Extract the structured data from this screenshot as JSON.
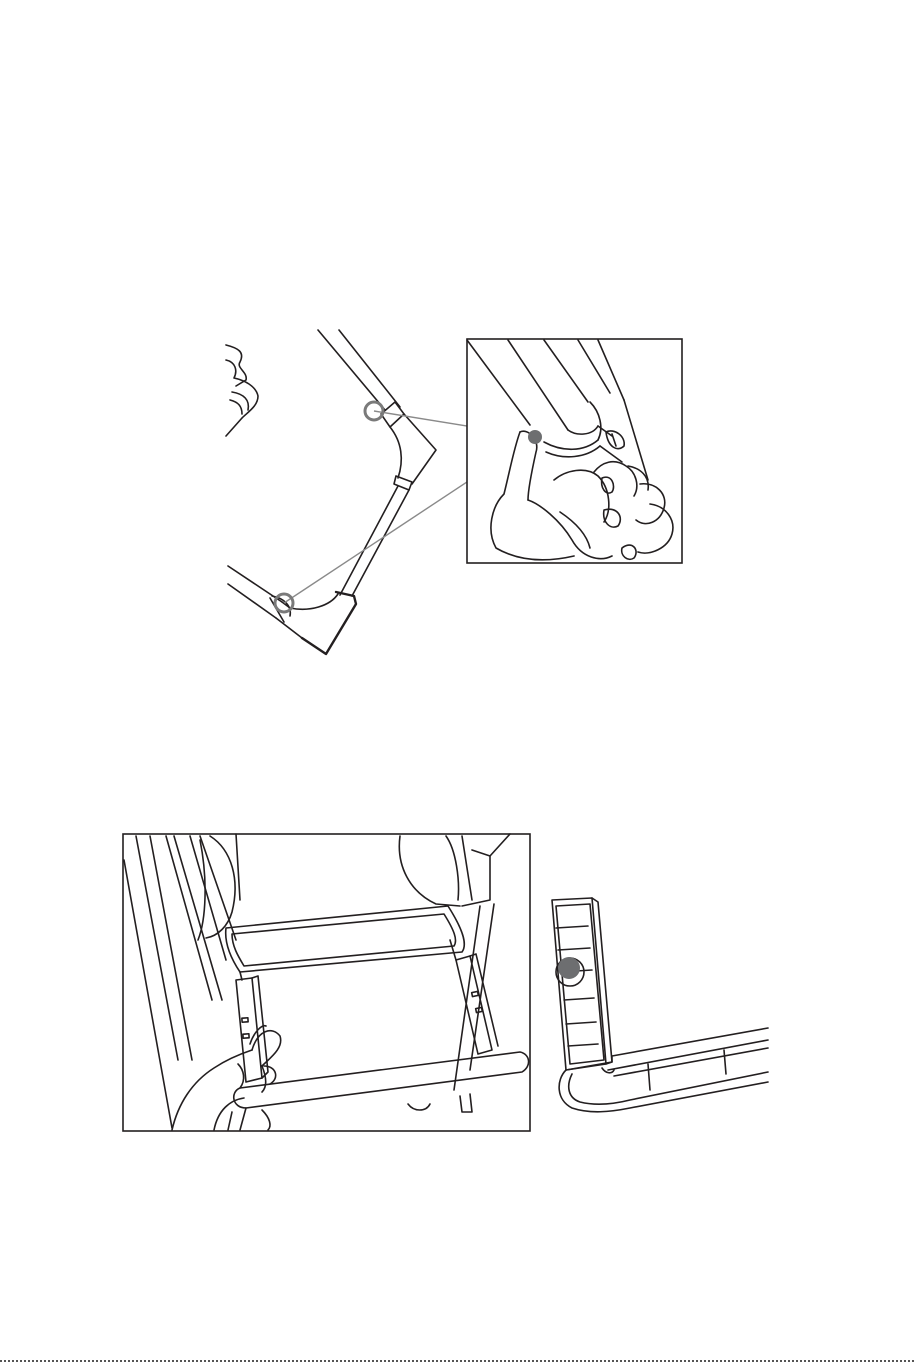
{
  "document": {
    "figures": [
      {
        "id": "top-frame-corner"
      },
      {
        "id": "top-zoom-inset"
      },
      {
        "id": "bottom-tray-install"
      },
      {
        "id": "bottom-tray-detail"
      }
    ]
  },
  "colors": {
    "line": "#231f20",
    "callout": "#8a8a8a",
    "marker": "#6d6e70",
    "background": "#ffffff"
  }
}
